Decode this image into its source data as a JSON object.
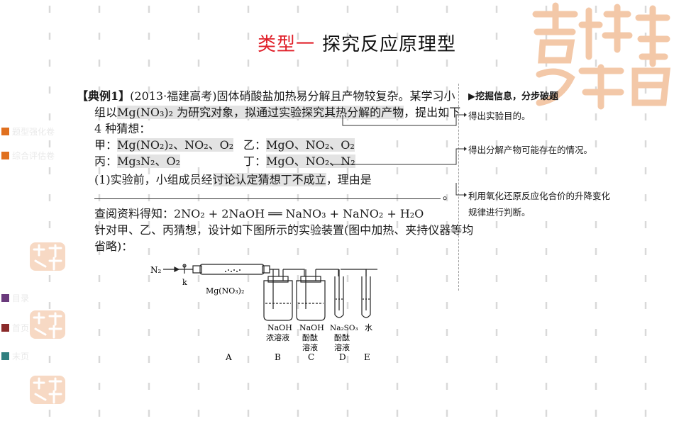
{
  "title": {
    "part1": "类型一",
    "part2": "探究反应原理型"
  },
  "sidebar": {
    "items": [
      {
        "label": "题型强化卷",
        "color": "#e0701f"
      },
      {
        "label": "综合评估卷",
        "color": "#e0701f"
      },
      {
        "label": "目录",
        "color": "#6a3a7c"
      },
      {
        "label": "首页",
        "color": "#8a2a2a"
      },
      {
        "label": "末页",
        "color": "#2f7f7f"
      }
    ]
  },
  "question": {
    "tag": "【典例1】",
    "source": "(2013·福建高考)",
    "l1_rest": "固体硝酸盐加热易分解且产物较复杂。某学习小",
    "l2_a": "组以",
    "l2_b": "Mg(NO₃)₂ 为研究对象，拟通过实验探究其热分解的产物",
    "l2_c": "，提出如下",
    "l3": "4 种猜想：",
    "jia_label": "甲：",
    "jia": "Mg(NO₂)₂、NO₂、O₂",
    "yi_label": "乙：",
    "yi": "MgO、NO₂、O₂",
    "bing_label": "丙：",
    "bing": "Mg₃N₂、O₂",
    "ding_label": "丁：",
    "ding": "MgO、NO₂、N₂",
    "q1_a": "(1)实验前，小组成员经",
    "q1_b": "讨论认定猜想丁不成立",
    "q1_c": "，理由是",
    "blank_end": "。",
    "ref": "查阅资料得知：2NO₂ + 2NaOH ══ NaNO₃ + NaNO₂ + H₂O",
    "l_design1": "针对甲、乙、丙猜想，设计如下图所示的实验装置(图中加热、夹持仪器等均",
    "l_design2": "省略)："
  },
  "figure": {
    "n2": "N₂",
    "k": "k",
    "mg_label": "Mg(NO₃)₂",
    "b_l1": "NaOH",
    "b_l2": "浓溶液",
    "c_l1": "NaOH",
    "c_l2": "酚酞",
    "c_l3": "溶液",
    "d_l1": "Na₂SO₃",
    "d_l2": "酚酞",
    "d_l3": "溶液",
    "e_l1": "水",
    "letters": [
      "A",
      "B",
      "C",
      "D",
      "E"
    ]
  },
  "analysis": {
    "header": "▶挖掘信息，分步破题",
    "a1": "得出实验目的。",
    "a2": "得出分解产物可能存在的情况。",
    "a3_l1": "利用氧化还原反应化合价的升降变化",
    "a3_l2": "规律进行判断。"
  }
}
